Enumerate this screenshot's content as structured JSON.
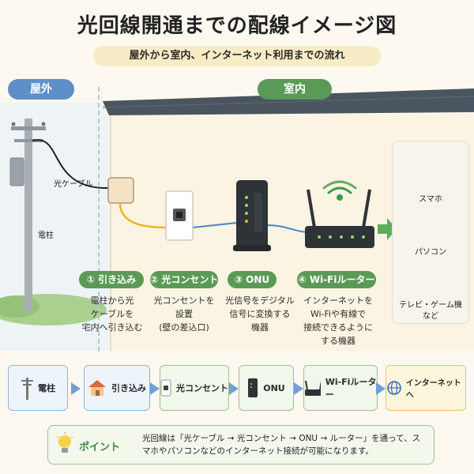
{
  "header": {
    "title": "光回線開通までの配線イメージ図",
    "subtitle": "屋外から室内、インターネット利用までの流れ"
  },
  "areas": {
    "outdoor": "屋外",
    "indoor": "室内"
  },
  "labels": {
    "cable": "光ケーブル",
    "pole": "電柱"
  },
  "steps": [
    {
      "label": "① 引き込み",
      "desc": [
        "電柱から光",
        "ケーブルを",
        "宅内へ引き込む"
      ]
    },
    {
      "label": "② 光コンセント",
      "desc": [
        "光コンセントを",
        "設置",
        "(壁の差込口)"
      ]
    },
    {
      "label": "③ ONU",
      "desc": [
        "光信号をデジタル",
        "信号に変換する",
        "機器"
      ]
    },
    {
      "label": "④ Wi-Fiルーター",
      "desc": [
        "インターネットを",
        "Wi-Fiや有線で",
        "接続できるように",
        "する機器"
      ]
    }
  ],
  "devices": [
    {
      "label": "スマホ",
      "icon": "smartphone-icon"
    },
    {
      "label": "パソコン",
      "icon": "laptop-icon"
    },
    {
      "label": "テレビ・ゲーム機\nなど",
      "icon": "tv-icon"
    }
  ],
  "flow": [
    {
      "label": "電柱",
      "icon": "pole-icon"
    },
    {
      "label": "引き込み",
      "icon": "house-icon"
    },
    {
      "label": "光コンセント",
      "icon": "outlet-icon"
    },
    {
      "label": "ONU",
      "icon": "onu-icon"
    },
    {
      "label": "Wi-Fiルーター",
      "icon": "router-icon"
    },
    {
      "label": "インターネットへ",
      "icon": "globe-icon"
    }
  ],
  "point": {
    "label": "ポイント",
    "text": "光回線は「光ケーブル → 光コンセント → ONU → ルーター」を通って、スマホやパソコンなどのインターネット接続が可能になります。"
  },
  "colors": {
    "blue": "#5f8fc9",
    "green": "#5a9a56",
    "cable_yellow": "#f0b429",
    "cable_blue": "#4a86c8",
    "roof": "#4a5560"
  }
}
